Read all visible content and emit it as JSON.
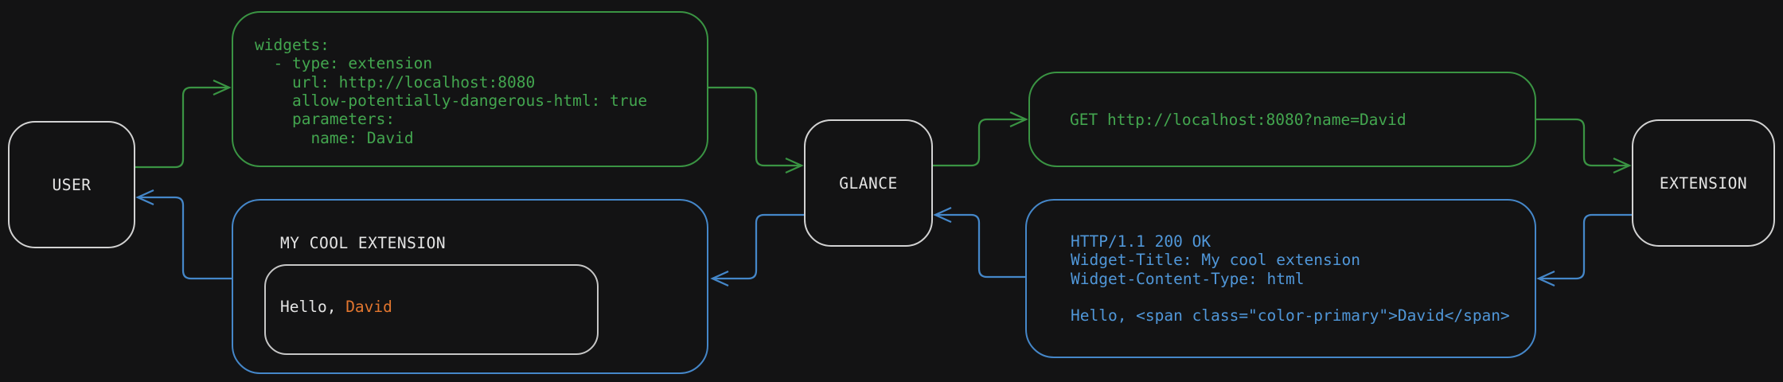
{
  "nodes": {
    "user": {
      "label": "USER"
    },
    "glance": {
      "label": "GLANCE"
    },
    "extension": {
      "label": "EXTENSION"
    }
  },
  "config_box": {
    "yaml": "widgets:\n  - type: extension\n    url: http://localhost:8080\n    allow-potentially-dangerous-html: true\n    parameters:\n      name: David"
  },
  "request_box": {
    "text": "GET http://localhost:8080?name=David"
  },
  "response_box": {
    "text": "HTTP/1.1 200 OK\nWidget-Title: My cool extension\nWidget-Content-Type: html\n\nHello, <span class=\"color-primary\">David</span>"
  },
  "widget_preview": {
    "title": "MY COOL EXTENSION",
    "greeting_prefix": "Hello, ",
    "greeting_name": "David"
  },
  "colors": {
    "background": "#131314",
    "request_green": "#3a9443",
    "request_green_text": "#43a64f",
    "response_blue": "#4587c9",
    "response_blue_text": "#5097d9",
    "accent_orange": "#e2762f",
    "neutral_text": "#e4e4e4",
    "node_border": "#d2d2d2",
    "inner_border": "#c6c6c6"
  }
}
